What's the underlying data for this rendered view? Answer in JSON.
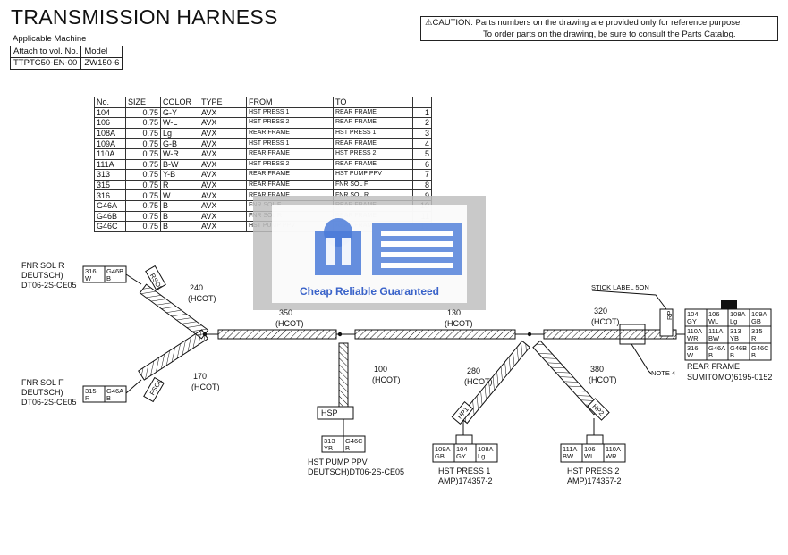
{
  "title": "TRANSMISSION HARNESS",
  "applicable_machine": "Applicable Machine",
  "attach_header": "Attach to vol. No.",
  "model_header": "Model",
  "attach_value": "TTPTC50-EN-00",
  "model_value": "ZW150-6",
  "caution_line1": "CAUTION: Parts numbers on the drawing are provided only for reference purpose.",
  "caution_line2": "To order parts on the drawing, be sure to consult the Parts Catalog.",
  "table": {
    "headers": [
      "No.",
      "SIZE",
      "COLOR",
      "TYPE",
      "FROM",
      "TO",
      ""
    ],
    "rows": [
      [
        "104",
        "0.75",
        "G-Y",
        "AVX",
        "HST PRESS 1",
        "REAR FRAME",
        "1"
      ],
      [
        "106",
        "0.75",
        "W-L",
        "AVX",
        "HST PRESS 2",
        "REAR FRAME",
        "2"
      ],
      [
        "108A",
        "0.75",
        "Lg",
        "AVX",
        "REAR FRAME",
        "HST PRESS 1",
        "3"
      ],
      [
        "109A",
        "0.75",
        "G-B",
        "AVX",
        "HST PRESS 1",
        "REAR FRAME",
        "4"
      ],
      [
        "110A",
        "0.75",
        "W-R",
        "AVX",
        "REAR FRAME",
        "HST PRESS 2",
        "5"
      ],
      [
        "111A",
        "0.75",
        "B-W",
        "AVX",
        "HST PRESS 2",
        "REAR FRAME",
        "6"
      ],
      [
        "313",
        "0.75",
        "Y-B",
        "AVX",
        "REAR FRAME",
        "HST PUMP PPV",
        "7"
      ],
      [
        "315",
        "0.75",
        "R",
        "AVX",
        "REAR FRAME",
        "FNR SOL F",
        "8"
      ],
      [
        "316",
        "0.75",
        "W",
        "AVX",
        "REAR FRAME",
        "FNR SOL R",
        "9"
      ],
      [
        "G46A",
        "0.75",
        "B",
        "AVX",
        "FNR SOL F",
        "REAR FRAME",
        "10"
      ],
      [
        "G46B",
        "0.75",
        "B",
        "AVX",
        "FNR SOL R",
        "REAR FRAME",
        "11"
      ],
      [
        "G46C",
        "0.75",
        "B",
        "AVX",
        "HST PUMP PPV",
        "REAR FRAME",
        "12"
      ]
    ]
  },
  "watermark": "Cheap Reliable Guaranteed",
  "diagram": {
    "fnr_r": {
      "l1": "FNR SOL R",
      "l2": "DEUTSCH)",
      "l3": "DT06-2S-CE05",
      "c1": "316",
      "c1b": "W",
      "c2": "G46B",
      "c2b": "B",
      "tag": "RSOL"
    },
    "fnr_f": {
      "l1": "FNR SOL F",
      "l2": "DEUTSCH)",
      "l3": "DT06-2S-CE05",
      "c1": "315",
      "c1b": "R",
      "c2": "G46A",
      "c2b": "B",
      "tag": "FSOL"
    },
    "seg240": "240",
    "seg170": "170",
    "seg350": "350",
    "seg100": "100",
    "seg130": "130",
    "seg280": "280",
    "seg380": "380",
    "seg320": "320",
    "hcot": "(HCOT)",
    "hsp": {
      "tag": "HSP",
      "l1": "HST PUMP PPV",
      "l2": "DEUTSCH)DT06-2S-CE05",
      "c1": "313",
      "c1b": "YB",
      "c2": "G46C",
      "c2b": "B"
    },
    "hp1": {
      "tag": "HP1",
      "l1": "HST PRESS 1",
      "l2": "AMP)174357-2",
      "cells": [
        [
          "109A",
          "GB"
        ],
        [
          "104",
          "GY"
        ],
        [
          "108A",
          "Lg"
        ]
      ]
    },
    "hp2": {
      "tag": "HP2",
      "l1": "HST PRESS 2",
      "l2": "AMP)174357-2",
      "cells": [
        [
          "111A",
          "BW"
        ],
        [
          "106",
          "WL"
        ],
        [
          "110A",
          "WR"
        ]
      ]
    },
    "rp": {
      "tag": "RP",
      "l1": "REAR FRAME",
      "l2": "SUMITOMO)6195-0152",
      "stick": "STICK LABEL 5ON",
      "note": "NOTE 4",
      "cells": [
        [
          "104",
          "GY"
        ],
        [
          "106",
          "WL"
        ],
        [
          "108A",
          "Lg"
        ],
        [
          "109A",
          "GB"
        ],
        [
          "110A",
          "WR"
        ],
        [
          "111A",
          "BW"
        ],
        [
          "313",
          "YB"
        ],
        [
          "315",
          "R"
        ],
        [
          "316",
          "W"
        ],
        [
          "G46A",
          "B"
        ],
        [
          "G46B",
          "B"
        ],
        [
          "G46C",
          "B"
        ]
      ]
    }
  }
}
